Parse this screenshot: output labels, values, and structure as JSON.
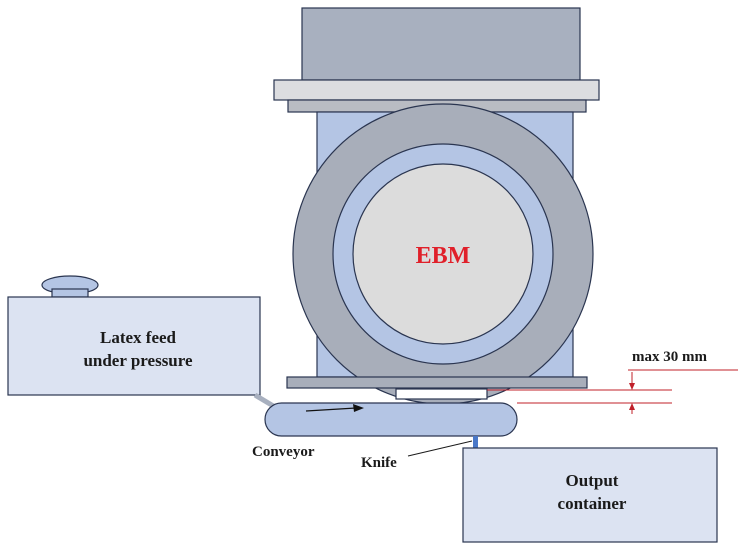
{
  "labels": {
    "ebm": "EBM",
    "latex_feed_line1": "Latex feed",
    "latex_feed_line2": "under pressure",
    "max_gap": "max 30 mm",
    "conveyor": "Conveyor",
    "knife": "Knife",
    "output_line1": "Output",
    "output_line2": "container"
  },
  "colors": {
    "box_fill": "#dce3f2",
    "top_block": "#a8b0bf",
    "ebm_body": "#b4c5e4",
    "outer_ring": "#a8aeba",
    "inner_ring": "#b4c5e4",
    "core": "#dcdcdc",
    "ebm_text": "#e0202a",
    "dimension_line": "#c0202a",
    "outline": "#2a3550"
  }
}
